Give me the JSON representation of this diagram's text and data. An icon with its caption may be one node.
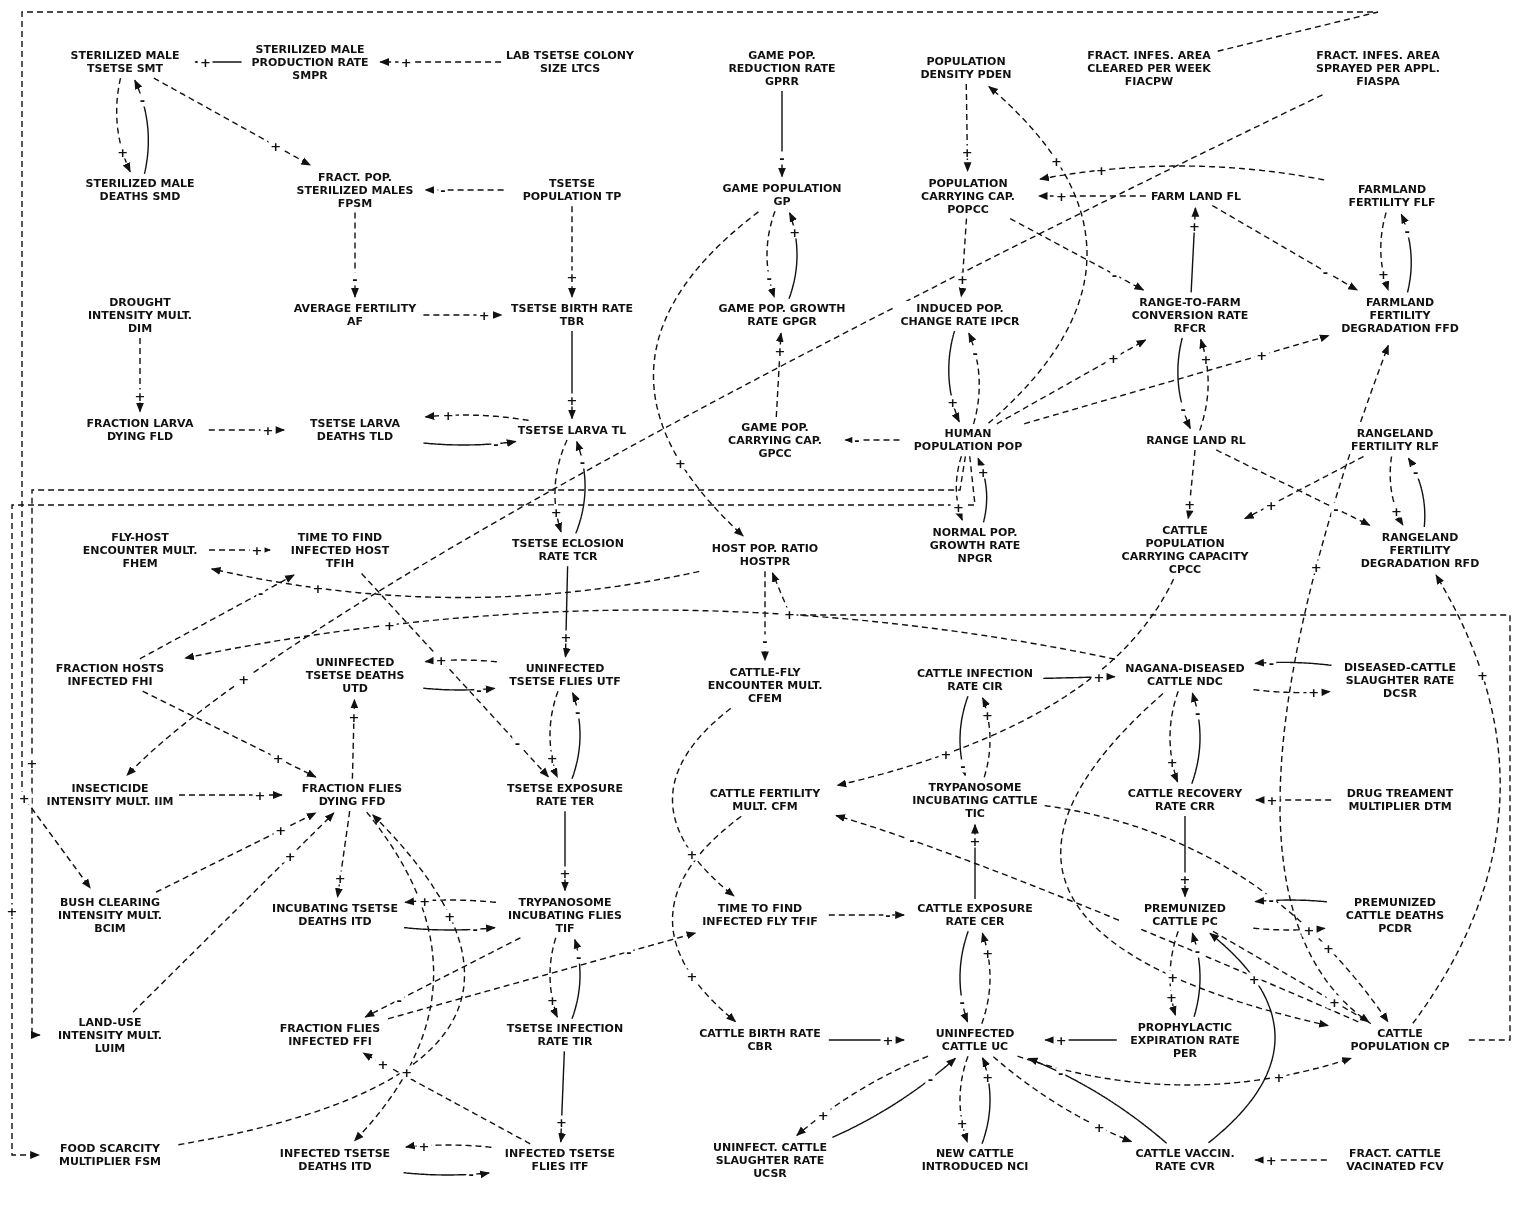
{
  "diagram": {
    "nodes": [
      {
        "text": [
          "STERILIZED MALE TSETSE SMT"
        ]
      },
      {
        "text": [
          "STERILIZED MALE PRODUCTION RATE SMPR"
        ]
      },
      {
        "text": [
          "LAB TSETSE COLONY SIZE LTCS"
        ]
      },
      {
        "text": [
          "GAME POP. REDUCTION RATE GPRR"
        ]
      },
      {
        "text": [
          "POPULATION DENSITY PDEN"
        ]
      },
      {
        "text": [
          "FRACT. INFES. AREA CLEARED PER WEEK FIACPW"
        ]
      },
      {
        "text": [
          "FRACT. INFES. AREA SPRAYED PER APPL. FIASPA"
        ]
      },
      {
        "text": [
          "STERILIZED MALE DEATHS SMD"
        ]
      },
      {
        "text": [
          "FRACT. POP. STERILIZED MALES FPSM"
        ]
      },
      {
        "text": [
          "TSETSE POPULATION TP"
        ]
      },
      {
        "text": [
          "GAME POPULATION GP"
        ]
      },
      {
        "text": [
          "POPULATION CARRYING CAP. POPCC"
        ]
      },
      {
        "text": [
          "FARM LAND FL"
        ]
      },
      {
        "text": [
          "FARMLAND FERTILITY FLF"
        ]
      },
      {
        "text": [
          "DROUGHT INTENSITY MULT. DIM"
        ]
      },
      {
        "text": [
          "AVERAGE FERTILITY AF"
        ]
      },
      {
        "text": [
          "TSETSE BIRTH RATE TBR"
        ]
      },
      {
        "text": [
          "GAME POP. GROWTH RATE GPGR"
        ]
      },
      {
        "text": [
          "INDUCED POP. CHANGE RATE IPCR"
        ]
      },
      {
        "text": [
          "RANGE-TO-FARM CONVERSION RATE RFCR"
        ]
      },
      {
        "text": [
          "FARMLAND FERTILITY DEGRADATION FFD"
        ]
      },
      {
        "text": [
          "FRACTION LARVA DYING FLD"
        ]
      },
      {
        "text": [
          "TSETSE LARVA DEATHS TLD"
        ]
      },
      {
        "text": [
          "TSETSE LARVA TL"
        ]
      },
      {
        "text": [
          "GAME POP. CARRYING CAP. GPCC"
        ]
      },
      {
        "text": [
          "HUMAN POPULATION POP"
        ]
      },
      {
        "text": [
          "RANGE LAND RL"
        ]
      },
      {
        "text": [
          "RANGELAND FERTILITY RLF"
        ]
      },
      {
        "text": [
          "FLY-HOST ENCOUNTER MULT. FHEM"
        ]
      },
      {
        "text": [
          "TIME TO FIND INFECTED HOST TFIH"
        ]
      },
      {
        "text": [
          "TSETSE ECLOSION RATE TCR"
        ]
      },
      {
        "text": [
          "HOST POP. RATIO HOSTPR"
        ]
      },
      {
        "text": [
          "NORMAL POP. GROWTH RATE NPGR"
        ]
      },
      {
        "text": [
          "CATTLE POPULATION CARRYING CAPACITY CPCC"
        ]
      },
      {
        "text": [
          "RANGELAND FERTILITY DEGRADATION RFD"
        ]
      },
      {
        "text": [
          "FRACTION HOSTS INFECTED FHI"
        ]
      },
      {
        "text": [
          "UNINFECTED TSETSE DEATHS UTD"
        ]
      },
      {
        "text": [
          "UNINFECTED TSETSE FLIES UTF"
        ]
      },
      {
        "text": [
          "CATTLE-FLY ENCOUNTER MULT. CFEM"
        ]
      },
      {
        "text": [
          "CATTLE INFECTION RATE CIR"
        ]
      },
      {
        "text": [
          "NAGANA-DISEASED CATTLE NDC"
        ]
      },
      {
        "text": [
          "DISEASED-CATTLE SLAUGHTER RATE DCSR"
        ]
      },
      {
        "text": [
          "INSECTICIDE INTENSITY MULT. IIM"
        ]
      },
      {
        "text": [
          "FRACTION FLIES DYING FFD"
        ]
      },
      {
        "text": [
          "TSETSE EXPOSURE RATE TER"
        ]
      },
      {
        "text": [
          "CATTLE FERTILITY MULT. CFM"
        ]
      },
      {
        "text": [
          "TRYPANOSOME INCUBATING CATTLE TIC"
        ]
      },
      {
        "text": [
          "CATTLE RECOVERY RATE CRR"
        ]
      },
      {
        "text": [
          "DRUG TREAMENT MULTIPLIER DTM"
        ]
      },
      {
        "text": [
          "BUSH CLEARING INTENSITY MULT. BCIM"
        ]
      },
      {
        "text": [
          "INCUBATING TSETSE DEATHS ITD"
        ]
      },
      {
        "text": [
          "TRYPANOSOME INCUBATING FLIES TIF"
        ]
      },
      {
        "text": [
          "TIME TO FIND INFECTED FLY TFIF"
        ]
      },
      {
        "text": [
          "CATTLE EXPOSURE RATE CER"
        ]
      },
      {
        "text": [
          "PREMUNIZED CATTLE PC"
        ]
      },
      {
        "text": [
          "PREMUNIZED CATTLE DEATHS PCDR"
        ]
      },
      {
        "text": [
          "LAND-USE INTENSITY MULT. LUIM"
        ]
      },
      {
        "text": [
          "FRACTION FLIES INFECTED FFI"
        ]
      },
      {
        "text": [
          "TSETSE INFECTION RATE TIR"
        ]
      },
      {
        "text": [
          "CATTLE BIRTH RATE CBR"
        ]
      },
      {
        "text": [
          "UNINFECTED CATTLE UC"
        ]
      },
      {
        "text": [
          "PROPHYLACTIC EXPIRATION RATE PER"
        ]
      },
      {
        "text": [
          "CATTLE POPULATION CP"
        ]
      },
      {
        "text": [
          "FOOD SCARCITY MULTIPLIER FSM"
        ]
      },
      {
        "text": [
          "INFECTED TSETSE DEATHS ITD"
        ]
      },
      {
        "text": [
          "INFECTED TSETSE FLIES ITF"
        ]
      },
      {
        "text": [
          "UNINFECT. CATTLE SLAUGHTER RATE UCSR"
        ]
      },
      {
        "text": [
          "NEW CATTLE INTRODUCED NCI"
        ]
      },
      {
        "text": [
          "CATTLE VACCIN. RATE CVR"
        ]
      },
      {
        "text": [
          "FRACT. CATTLE VACINATED FCV"
        ]
      }
    ],
    "edges": [
      {
        "from": 1,
        "to": 0,
        "arrow": "to",
        "label": "+"
      },
      {
        "from": 2,
        "to": 1,
        "arrow": "to",
        "label": "+",
        "style": "dashed"
      },
      {
        "from": 7,
        "to": 0,
        "arrow": "to",
        "label": "-"
      },
      {
        "from": 0,
        "to": 7,
        "arrow": "to",
        "label": "+",
        "style": "dashed"
      },
      {
        "from": 0,
        "to": 8,
        "arrow": "to",
        "label": "+",
        "style": "dashed"
      },
      {
        "from": 9,
        "to": 8,
        "arrow": "to",
        "label": "-",
        "style": "dashed"
      },
      {
        "from": 8,
        "to": 15,
        "arrow": "to",
        "label": "-",
        "style": "dashed"
      },
      {
        "from": 15,
        "to": 16,
        "arrow": "to",
        "label": "+",
        "style": "dashed"
      },
      {
        "from": 9,
        "to": 16,
        "arrow": "to",
        "label": "+",
        "style": "dashed"
      },
      {
        "from": 16,
        "to": 23,
        "arrow": "to",
        "label": "+"
      },
      {
        "from": 14,
        "to": 21,
        "arrow": "to",
        "label": "+",
        "style": "dashed"
      },
      {
        "from": 21,
        "to": 22,
        "arrow": "to",
        "label": "+",
        "style": "dashed"
      },
      {
        "from": 22,
        "to": 23,
        "arrow": "to",
        "label": "-"
      },
      {
        "from": 23,
        "to": 22,
        "arrow": "to",
        "label": "+",
        "style": "dashed"
      },
      {
        "from": 30,
        "to": 23,
        "arrow": "to",
        "label": "-"
      },
      {
        "from": 23,
        "to": 30,
        "arrow": "to",
        "label": "+",
        "style": "dashed"
      },
      {
        "from": 30,
        "to": 37,
        "arrow": "to",
        "label": "+"
      },
      {
        "from": 36,
        "to": 37,
        "arrow": "to",
        "label": "-"
      },
      {
        "from": 37,
        "to": 36,
        "arrow": "to",
        "label": "+",
        "style": "dashed"
      },
      {
        "from": 43,
        "to": 36,
        "arrow": "to",
        "label": "+",
        "style": "dashed"
      },
      {
        "from": 44,
        "to": 37,
        "arrow": "to",
        "label": "-"
      },
      {
        "from": 37,
        "to": 44,
        "arrow": "to",
        "label": "+",
        "style": "dashed"
      },
      {
        "from": 29,
        "to": 44,
        "arrow": "to",
        "label": "-",
        "style": "dashed"
      },
      {
        "from": 44,
        "to": 51,
        "arrow": "to",
        "label": "+"
      },
      {
        "from": 50,
        "to": 51,
        "arrow": "to",
        "label": "-"
      },
      {
        "from": 51,
        "to": 50,
        "arrow": "to",
        "label": "+",
        "style": "dashed"
      },
      {
        "from": 43,
        "to": 50,
        "arrow": "to",
        "label": "+",
        "style": "dashed"
      },
      {
        "from": 58,
        "to": 51,
        "arrow": "to",
        "label": "-"
      },
      {
        "from": 51,
        "to": 58,
        "arrow": "to",
        "label": "+",
        "style": "dashed"
      },
      {
        "from": 58,
        "to": 65,
        "arrow": "to",
        "label": "+"
      },
      {
        "from": 64,
        "to": 65,
        "arrow": "to",
        "label": "-"
      },
      {
        "from": 65,
        "to": 64,
        "arrow": "to",
        "label": "+",
        "style": "dashed"
      },
      {
        "from": 43,
        "to": 64,
        "arrow": "to",
        "label": "+",
        "style": "dashed"
      },
      {
        "from": 65,
        "to": 57,
        "arrow": "to",
        "label": "+",
        "style": "dashed"
      },
      {
        "from": 51,
        "to": 57,
        "arrow": "to",
        "label": "-",
        "style": "dashed"
      },
      {
        "from": 57,
        "to": 52,
        "arrow": "to",
        "label": "-",
        "style": "dashed"
      },
      {
        "from": 42,
        "to": 43,
        "arrow": "to",
        "label": "+",
        "style": "dashed"
      },
      {
        "from": 49,
        "to": 43,
        "arrow": "to",
        "label": "+",
        "style": "dashed"
      },
      {
        "from": 56,
        "to": 43,
        "arrow": "to",
        "label": "+",
        "style": "dashed"
      },
      {
        "from": 63,
        "to": 43,
        "arrow": "to",
        "label": "+",
        "style": "dashed"
      },
      {
        "from": 35,
        "to": 43,
        "arrow": "to",
        "label": "+",
        "style": "dashed"
      },
      {
        "from": 28,
        "to": 29,
        "arrow": "to",
        "label": "+",
        "style": "dashed"
      },
      {
        "from": 35,
        "to": 29,
        "arrow": "to",
        "label": "-",
        "style": "dashed"
      },
      {
        "from": 40,
        "to": 35,
        "arrow": "to",
        "label": "+",
        "style": "dashed"
      },
      {
        "from": 31,
        "to": 28,
        "arrow": "to",
        "label": "+",
        "style": "dashed"
      },
      {
        "from": 31,
        "to": 38,
        "arrow": "to",
        "label": "-",
        "style": "dashed"
      },
      {
        "from": 10,
        "to": 31,
        "arrow": "to",
        "label": "+",
        "style": "dashed"
      },
      {
        "from": 62,
        "to": 31,
        "arrow": "to",
        "label": "+",
        "style": "dashed"
      },
      {
        "from": 3,
        "to": 10,
        "arrow": "to",
        "label": "-"
      },
      {
        "from": 17,
        "to": 10,
        "arrow": "to",
        "label": "+"
      },
      {
        "from": 10,
        "to": 17,
        "arrow": "to",
        "label": "-",
        "style": "dashed"
      },
      {
        "from": 24,
        "to": 17,
        "arrow": "to",
        "label": "+",
        "style": "dashed"
      },
      {
        "from": 25,
        "to": 24,
        "arrow": "to",
        "label": "-",
        "style": "dashed"
      },
      {
        "from": 25,
        "to": 4,
        "arrow": "to",
        "label": "+",
        "style": "dashed"
      },
      {
        "from": 4,
        "to": 11,
        "arrow": "to",
        "label": "+",
        "style": "dashed"
      },
      {
        "from": 12,
        "to": 11,
        "arrow": "to",
        "label": "+",
        "style": "dashed"
      },
      {
        "from": 13,
        "to": 11,
        "arrow": "to",
        "label": "+",
        "style": "dashed"
      },
      {
        "from": 11,
        "to": 18,
        "arrow": "to",
        "label": "+",
        "style": "dashed"
      },
      {
        "from": 18,
        "to": 25,
        "arrow": "to",
        "label": "+"
      },
      {
        "from": 25,
        "to": 18,
        "arrow": "to",
        "label": "-",
        "style": "dashed"
      },
      {
        "from": 32,
        "to": 25,
        "arrow": "to",
        "label": "+"
      },
      {
        "from": 25,
        "to": 32,
        "arrow": "to",
        "label": "+",
        "style": "dashed"
      },
      {
        "from": 11,
        "to": 19,
        "arrow": "to",
        "label": "-",
        "style": "dashed"
      },
      {
        "from": 25,
        "to": 19,
        "arrow": "to",
        "label": "+",
        "style": "dashed"
      },
      {
        "from": 19,
        "to": 12,
        "arrow": "to",
        "label": "+"
      },
      {
        "from": 19,
        "to": 26,
        "arrow": "to",
        "label": "-"
      },
      {
        "from": 26,
        "to": 19,
        "arrow": "to",
        "label": "+",
        "style": "dashed"
      },
      {
        "from": 12,
        "to": 20,
        "arrow": "to",
        "label": "-",
        "style": "dashed"
      },
      {
        "from": 25,
        "to": 20,
        "arrow": "to",
        "label": "+",
        "style": "dashed"
      },
      {
        "from": 20,
        "to": 13,
        "arrow": "to",
        "label": "-"
      },
      {
        "from": 13,
        "to": 20,
        "arrow": "to",
        "label": "+",
        "style": "dashed"
      },
      {
        "from": 5,
        "to": 49,
        "arrow": "to",
        "label": "+",
        "style": "dashed"
      },
      {
        "from": 6,
        "to": 42,
        "arrow": "to",
        "label": "+",
        "style": "dashed"
      },
      {
        "from": 25,
        "to": 56,
        "arrow": "to",
        "label": "+",
        "style": "dashed"
      },
      {
        "from": 25,
        "to": 63,
        "arrow": "to",
        "label": "+",
        "style": "dashed"
      },
      {
        "from": 26,
        "to": 33,
        "arrow": "to",
        "label": "+",
        "style": "dashed"
      },
      {
        "from": 27,
        "to": 33,
        "arrow": "to",
        "label": "+",
        "style": "dashed"
      },
      {
        "from": 26,
        "to": 34,
        "arrow": "to",
        "label": "-",
        "style": "dashed"
      },
      {
        "from": 34,
        "to": 27,
        "arrow": "to",
        "label": "-"
      },
      {
        "from": 27,
        "to": 34,
        "arrow": "to",
        "label": "+",
        "style": "dashed"
      },
      {
        "from": 62,
        "to": 34,
        "arrow": "to",
        "label": "+",
        "style": "dashed"
      },
      {
        "from": 62,
        "to": 20,
        "arrow": "to",
        "label": "+",
        "style": "dashed"
      },
      {
        "from": 33,
        "to": 45,
        "arrow": "to",
        "label": "+",
        "style": "dashed"
      },
      {
        "from": 62,
        "to": 45,
        "arrow": "to",
        "label": "-",
        "style": "dashed"
      },
      {
        "from": 38,
        "to": 52,
        "arrow": "to",
        "label": "+",
        "style": "dashed"
      },
      {
        "from": 45,
        "to": 59,
        "arrow": "to",
        "label": "+",
        "style": "dashed"
      },
      {
        "from": 52,
        "to": 53,
        "arrow": "to",
        "label": "-",
        "style": "dashed"
      },
      {
        "from": 53,
        "to": 60,
        "arrow": "to",
        "label": "-"
      },
      {
        "from": 60,
        "to": 53,
        "arrow": "to",
        "label": "+",
        "style": "dashed"
      },
      {
        "from": 53,
        "to": 46,
        "arrow": "to",
        "label": "+"
      },
      {
        "from": 39,
        "to": 46,
        "arrow": "to",
        "label": "-"
      },
      {
        "from": 46,
        "to": 39,
        "arrow": "to",
        "label": "+",
        "style": "dashed"
      },
      {
        "from": 39,
        "to": 40,
        "arrow": "to",
        "label": "+"
      },
      {
        "from": 41,
        "to": 40,
        "arrow": "to",
        "label": "-"
      },
      {
        "from": 40,
        "to": 41,
        "arrow": "to",
        "label": "+",
        "style": "dashed"
      },
      {
        "from": 47,
        "to": 40,
        "arrow": "to",
        "label": "-"
      },
      {
        "from": 40,
        "to": 47,
        "arrow": "to",
        "label": "+",
        "style": "dashed"
      },
      {
        "from": 48,
        "to": 47,
        "arrow": "to",
        "label": "+",
        "style": "dashed"
      },
      {
        "from": 47,
        "to": 54,
        "arrow": "to",
        "label": "+"
      },
      {
        "from": 55,
        "to": 54,
        "arrow": "to",
        "label": "-"
      },
      {
        "from": 54,
        "to": 55,
        "arrow": "to",
        "label": "+",
        "style": "dashed"
      },
      {
        "from": 61,
        "to": 54,
        "arrow": "to",
        "label": "-"
      },
      {
        "from": 54,
        "to": 61,
        "arrow": "to",
        "label": "+",
        "style": "dashed"
      },
      {
        "from": 61,
        "to": 60,
        "arrow": "to",
        "label": "+"
      },
      {
        "from": 59,
        "to": 60,
        "arrow": "to",
        "label": "+"
      },
      {
        "from": 66,
        "to": 60,
        "arrow": "to",
        "label": "-"
      },
      {
        "from": 60,
        "to": 66,
        "arrow": "to",
        "label": "+",
        "style": "dashed"
      },
      {
        "from": 67,
        "to": 60,
        "arrow": "to",
        "label": "+"
      },
      {
        "from": 60,
        "to": 67,
        "arrow": "to",
        "label": "+",
        "style": "dashed"
      },
      {
        "from": 68,
        "to": 60,
        "arrow": "to",
        "label": "-"
      },
      {
        "from": 60,
        "to": 68,
        "arrow": "to",
        "label": "+",
        "style": "dashed"
      },
      {
        "from": 68,
        "to": 54,
        "arrow": "to",
        "label": "+"
      },
      {
        "from": 69,
        "to": 68,
        "arrow": "to",
        "label": "+",
        "style": "dashed"
      },
      {
        "from": 54,
        "to": 62,
        "arrow": "to",
        "label": "+",
        "style": "dashed"
      },
      {
        "from": 40,
        "to": 62,
        "arrow": "to",
        "label": "+",
        "style": "dashed"
      },
      {
        "from": 60,
        "to": 62,
        "arrow": "to",
        "label": "+",
        "style": "dashed"
      },
      {
        "from": 46,
        "to": 62,
        "arrow": "to",
        "label": "+",
        "style": "dashed"
      }
    ]
  }
}
